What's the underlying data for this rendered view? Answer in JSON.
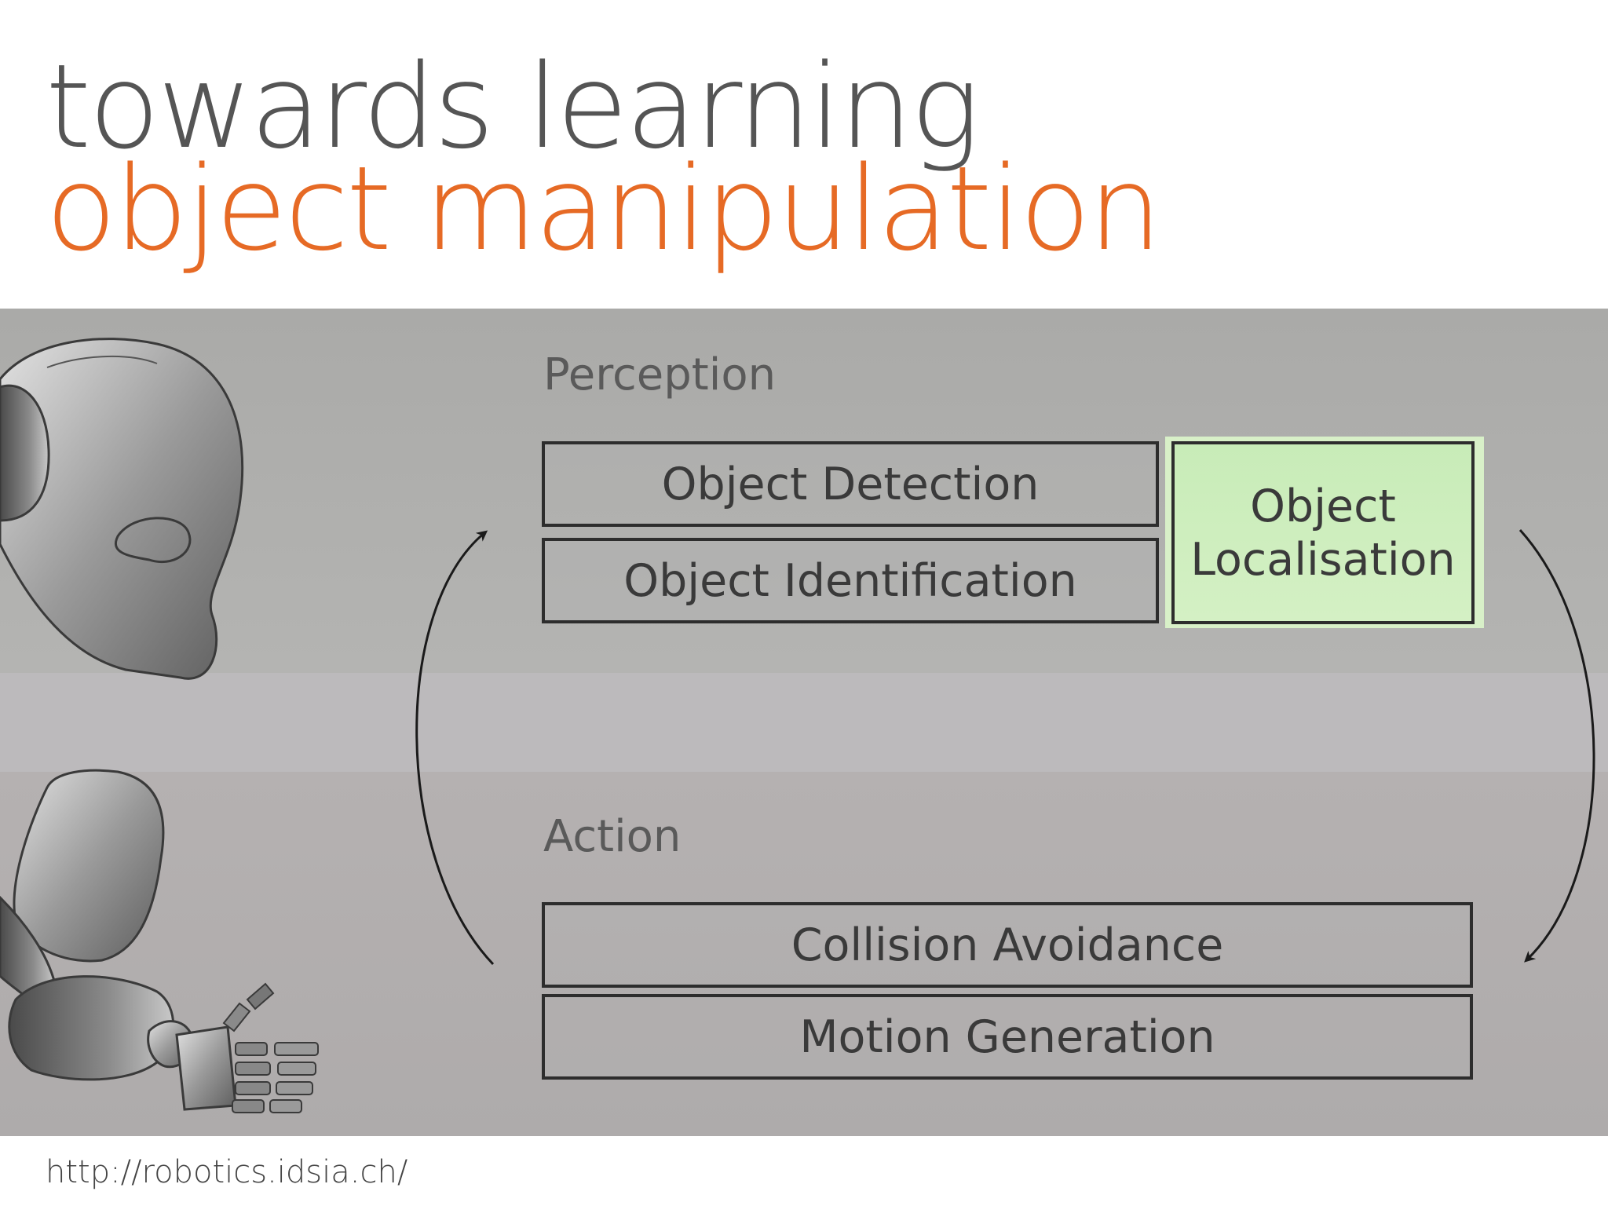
{
  "title": {
    "line1": "towards learning",
    "line2": "object manipulation",
    "line1_color": "#555555",
    "line2_color": "#e66a25"
  },
  "diagram": {
    "perception": {
      "label": "Perception",
      "boxes": [
        "Object Detection",
        "Object Identification"
      ],
      "highlight": {
        "line1": "Object",
        "line2": "Localisation",
        "color": "#d0eec0"
      }
    },
    "action": {
      "label": "Action",
      "boxes": [
        "Collision Avoidance",
        "Motion Generation"
      ]
    },
    "illustration": [
      "robot-head-icon",
      "robot-arm-hand-icon"
    ]
  },
  "footer": {
    "url": "http://robotics.idsia.ch/"
  }
}
